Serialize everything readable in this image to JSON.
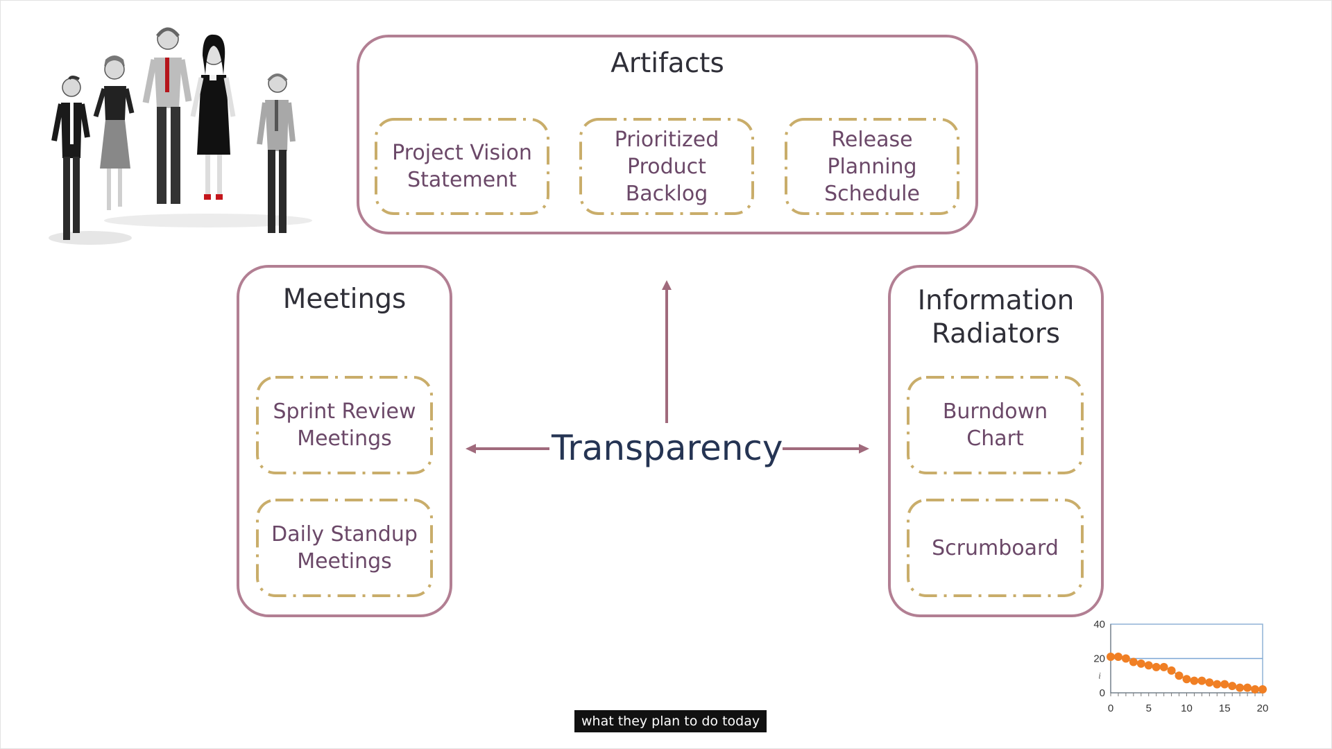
{
  "artifacts": {
    "title": "Artifacts",
    "items": [
      "Project Vision\nStatement",
      "Prioritized\nProduct\nBacklog",
      "Release\nPlanning\nSchedule"
    ]
  },
  "meetings": {
    "title": "Meetings",
    "items": [
      "Sprint Review\nMeetings",
      "Daily Standup\nMeetings"
    ]
  },
  "radiators": {
    "title": "Information\nRadiators",
    "items": [
      "Burndown\nChart",
      "Scrumboard"
    ]
  },
  "center": {
    "label": "Transparency"
  },
  "caption": {
    "text": "what they plan to do today"
  },
  "colors": {
    "outer_border": "#b27f93",
    "dashed_border": "#c9ad6a",
    "inner_text": "#6b4868",
    "center_text": "#253453",
    "arrow": "#a06a7c",
    "series": "#f07f24"
  },
  "people_icon": "team-of-five-people-illustration",
  "chart_data": {
    "type": "line",
    "x": [
      0,
      1,
      2,
      3,
      4,
      5,
      6,
      7,
      8,
      9,
      10,
      11,
      12,
      13,
      14,
      15,
      16,
      17,
      18,
      19,
      20
    ],
    "series": [
      {
        "values": [
          21,
          21,
          20,
          18,
          17,
          16,
          15,
          15,
          13,
          10,
          8,
          7,
          7,
          6,
          5,
          5,
          4,
          3,
          3,
          2,
          2
        ]
      }
    ],
    "reference_line": 20,
    "xticks": [
      "0",
      "5",
      "10",
      "15",
      "20"
    ],
    "yticks": [
      "0",
      "20",
      "40"
    ],
    "ylabel": "i",
    "xlim": [
      0,
      20
    ],
    "ylim": [
      0,
      40
    ],
    "grid": false
  }
}
